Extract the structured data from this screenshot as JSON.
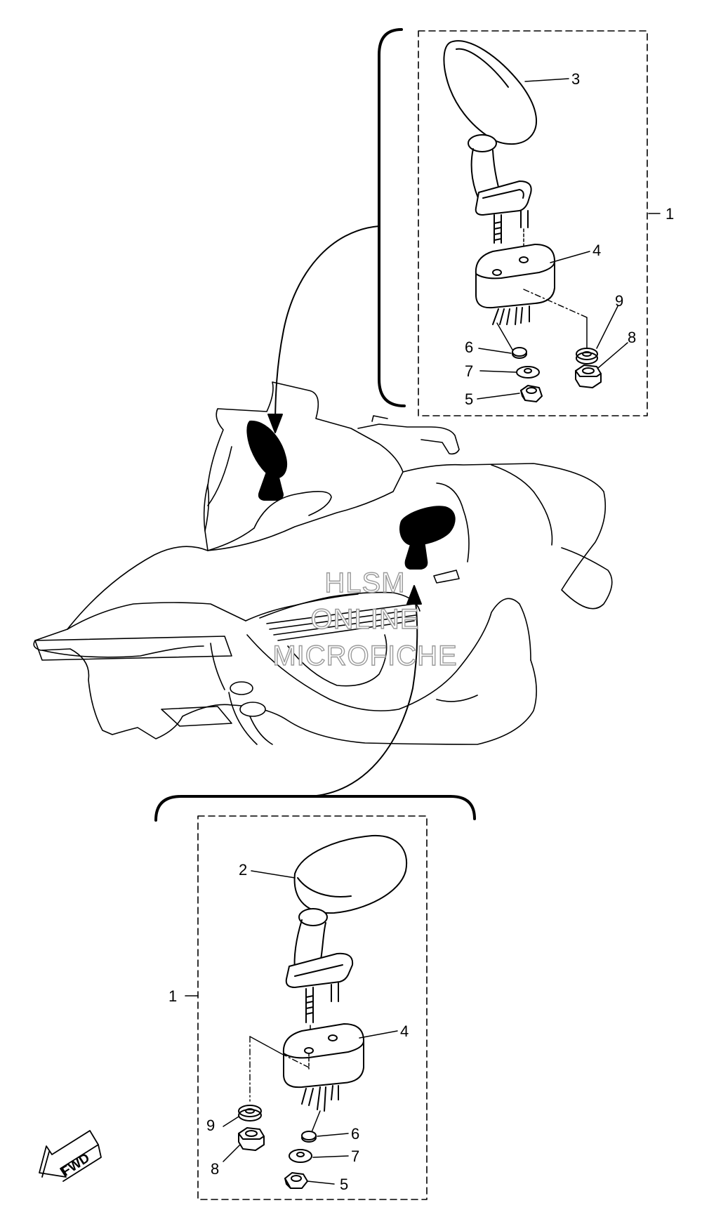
{
  "watermark": {
    "line1": "HLSM",
    "line2": "ONLINE",
    "line3": "MICROFICHE"
  },
  "fwd_label": "FWD",
  "top_assembly": {
    "callouts": {
      "assembly": "1",
      "mirror": "3",
      "bracket": "4",
      "washer_a": "6",
      "washer_b": "7",
      "nut_a": "5",
      "grommet": "9",
      "nut_b": "8"
    }
  },
  "bottom_assembly": {
    "callouts": {
      "assembly": "1",
      "mirror": "2",
      "bracket": "4",
      "grommet": "9",
      "nut_b": "8",
      "washer_a": "6",
      "washer_b": "7",
      "nut_a": "5"
    }
  }
}
